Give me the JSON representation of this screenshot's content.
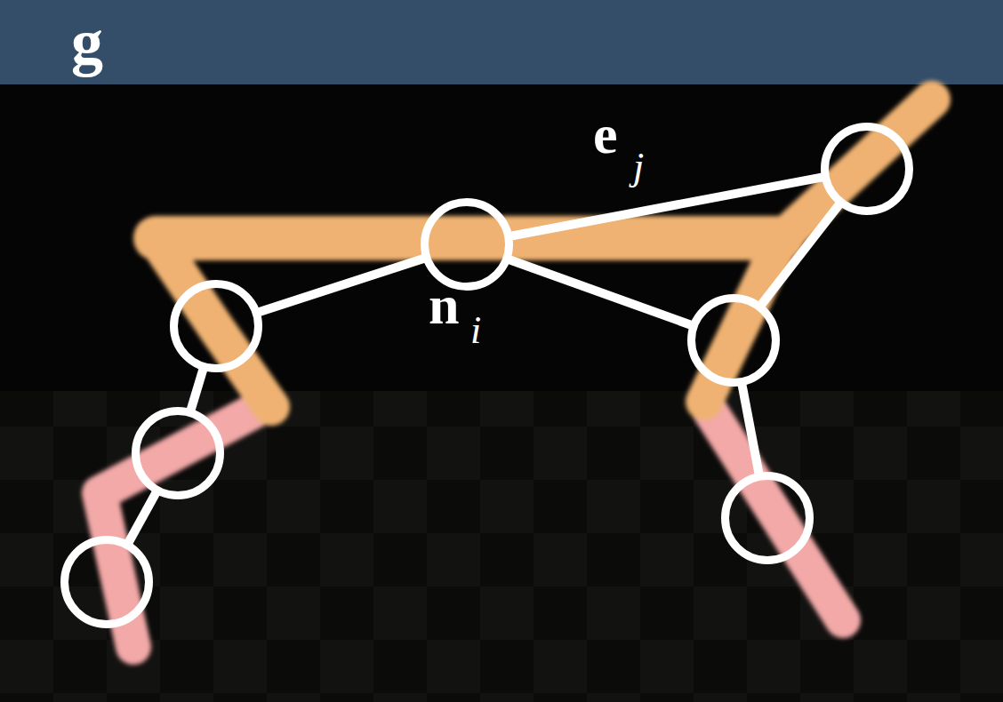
{
  "diagram": {
    "nodes": [
      {
        "text": [
          "n",
          "i"
        ]
      },
      {
        "text": []
      },
      {
        "text": []
      },
      {
        "text": []
      },
      {
        "text": []
      },
      {
        "text": []
      },
      {
        "text": []
      }
    ],
    "edges": [
      {
        "from": 0,
        "to": 1,
        "arrow": "none"
      },
      {
        "from": 0,
        "to": 2,
        "arrow": "none"
      },
      {
        "from": 0,
        "to": 3,
        "arrow": "none"
      },
      {
        "from": 2,
        "to": 3,
        "arrow": "none"
      },
      {
        "from": 1,
        "to": 4,
        "arrow": "none"
      },
      {
        "from": 4,
        "to": 5,
        "arrow": "none"
      },
      {
        "from": 3,
        "to": 6,
        "arrow": "none"
      }
    ],
    "labels": [
      "g",
      "e",
      "j"
    ]
  }
}
